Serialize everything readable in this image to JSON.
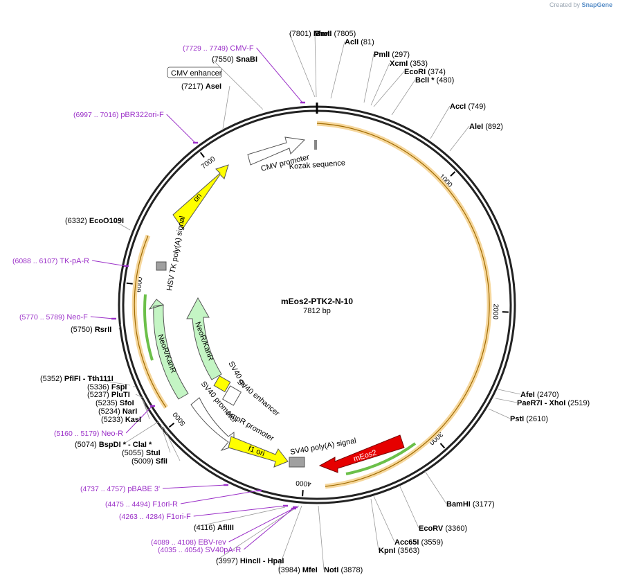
{
  "credit": {
    "prefix": "Created by",
    "brand": "SnapGene"
  },
  "plasmid": {
    "name": "mEos2-PTK2-N-10",
    "length": 7812,
    "length_label": "7812 bp"
  },
  "ticks": [
    "1000",
    "2000",
    "3000",
    "4000",
    "5000",
    "6000",
    "7000"
  ],
  "colors": {
    "orange": "#f0b429",
    "green": "#6cc04a",
    "yellow": "#ffff00",
    "red": "#e60000",
    "primer": "#9b30c8"
  },
  "enzymes": [
    {
      "name": "NheI",
      "pos": "(7801)"
    },
    {
      "name": "BmtI",
      "pos": "(7805)"
    },
    {
      "name": "AclI",
      "pos": "(81)"
    },
    {
      "name": "PmlI",
      "pos": "(297)"
    },
    {
      "name": "XcmI",
      "pos": "(353)"
    },
    {
      "name": "EcoRI",
      "pos": "(374)"
    },
    {
      "name": "BclI *",
      "pos": "(480)"
    },
    {
      "name": "AccI",
      "pos": "(749)"
    },
    {
      "name": "AleI",
      "pos": "(892)"
    },
    {
      "name": "AfeI",
      "pos": "(2470)"
    },
    {
      "name": "PaeR7I",
      "name2": "XhoI",
      "pos": "(2519)"
    },
    {
      "name": "PstI",
      "pos": "(2610)"
    },
    {
      "name": "BamHI",
      "pos": "(3177)"
    },
    {
      "name": "EcoRV",
      "pos": "(3360)"
    },
    {
      "name": "Acc65I",
      "pos": "(3559)"
    },
    {
      "name": "KpnI",
      "pos": "(3563)"
    },
    {
      "name": "NotI",
      "pos": "(3878)"
    },
    {
      "name": "MfeI",
      "pos": "(3984)"
    },
    {
      "name": "HincII",
      "name2": "HpaI",
      "pos": "(3997)"
    },
    {
      "name": "AflIII",
      "pos": "(4116)"
    },
    {
      "name": "SfiI",
      "pos": "(5009)"
    },
    {
      "name": "StuI",
      "pos": "(5055)"
    },
    {
      "name": "BspDI *",
      "name2": "ClaI *",
      "pos": "(5074)"
    },
    {
      "name": "KasI",
      "pos": "(5233)"
    },
    {
      "name": "NarI",
      "pos": "(5234)"
    },
    {
      "name": "SfoI",
      "pos": "(5235)"
    },
    {
      "name": "PluTI",
      "pos": "(5237)"
    },
    {
      "name": "FspI",
      "pos": "(5336)"
    },
    {
      "name": "PflFI",
      "name2": "Tth111I",
      "pos": "(5352)"
    },
    {
      "name": "RsrII",
      "pos": "(5750)"
    },
    {
      "name": "EcoO109I",
      "pos": "(6332)"
    },
    {
      "name": "AseI",
      "pos": "(7217)"
    },
    {
      "name": "SnaBI",
      "pos": "(7550)"
    }
  ],
  "primers": [
    {
      "name": "CMV-F",
      "range": "(7729 .. 7749)"
    },
    {
      "name": "pBR322ori-F",
      "range": "(6997 .. 7016)"
    },
    {
      "name": "TK-pA-R",
      "range": "(6088 .. 6107)"
    },
    {
      "name": "Neo-F",
      "range": "(5770 .. 5789)"
    },
    {
      "name": "Neo-R",
      "range": "(5160 .. 5179)"
    },
    {
      "name": "pBABE 3'",
      "range": "(4737 .. 4757)"
    },
    {
      "name": "F1ori-R",
      "range": "(4475 .. 4494)"
    },
    {
      "name": "F1ori-F",
      "range": "(4263 .. 4284)"
    },
    {
      "name": "EBV-rev",
      "range": "(4089 .. 4108)"
    },
    {
      "name": "SV40pA-R",
      "range": "(4035 .. 4054)"
    }
  ],
  "features": {
    "cmv_enhancer": "CMV enhancer",
    "cmv_promoter": "CMV promoter",
    "kozak": "Kozak sequence",
    "ori": "ori",
    "hsv_tk": "HSV TK poly(A) signal",
    "neokan_outer": "NeoR/KanR",
    "neokan_inner": "NeoR/KanR",
    "sv40_ori": "SV40 ori",
    "sv40_enhancer": "SV40 enhancer",
    "sv40_promoter": "SV40 promoter",
    "ampr_promoter": "AmpR promoter",
    "f1_ori": "f1 ori",
    "sv40_polya": "SV40 poly(A) signal",
    "meos2": "mEos2"
  }
}
